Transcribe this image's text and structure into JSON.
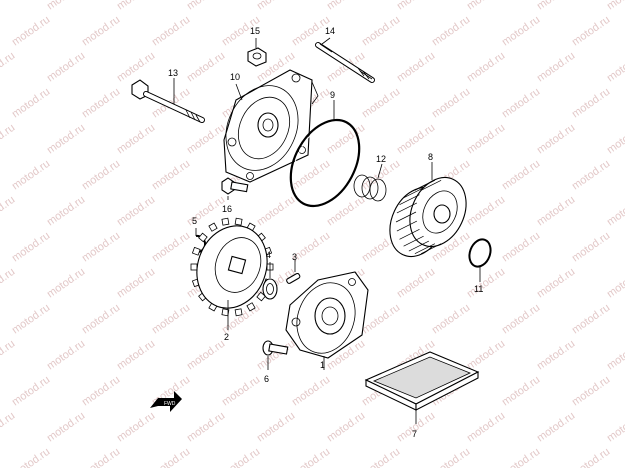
{
  "watermark": "motod.ru",
  "callouts": {
    "p1": "1",
    "p2": "2",
    "p3": "3",
    "p4": "4",
    "p5": "5",
    "p6": "6",
    "p7": "7",
    "p8": "8",
    "p9": "9",
    "p10": "10",
    "p11": "11",
    "p12": "12",
    "p13": "13",
    "p14": "14",
    "p15": "15",
    "p16": "16"
  },
  "front_arrow_text": "FWD"
}
